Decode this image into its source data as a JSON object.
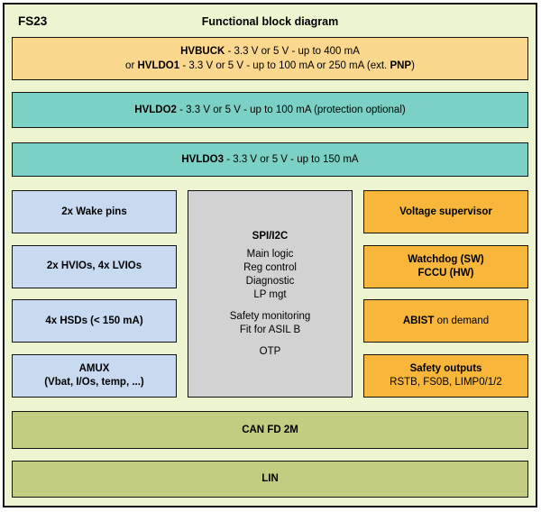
{
  "header": {
    "product": "FS23",
    "title": "Functional block diagram"
  },
  "colors": {
    "canvas_bg": "#ecf4d0",
    "regulator_buck_bg": "#fbd88e",
    "regulator_ldo_bg": "#7bd1c5",
    "io_blue_bg": "#c8daf0",
    "logic_gray_bg": "#d2d2d2",
    "safety_orange_bg": "#f8b73a",
    "comm_olive_bg": "#c4cc81",
    "border": "#141414"
  },
  "blocks": {
    "hvbuck": {
      "line1": [
        "HVBUCK",
        " - 3.3 V or 5 V - up to 400 mA"
      ],
      "line2": [
        "or ",
        "HVLDO1",
        " - 3.3 V or 5 V - up to 100 mA or 250 mA (ext. ",
        "PNP",
        ")"
      ]
    },
    "hvldo2": [
      "HVLDO2",
      " - 3.3 V or 5 V - up to 100 mA (protection optional)"
    ],
    "hvldo3": [
      "HVLDO3",
      " - 3.3 V or 5 V - up to 150 mA"
    ],
    "wake_pins": "2x Wake pins",
    "ios": "2x HVIOs, 4x LVIOs",
    "hsds": "4x HSDs (< 150 mA)",
    "amux": [
      "AMUX",
      "(Vbat, I/Os, temp, ...)"
    ],
    "core": {
      "title": "SPI/I2C",
      "group1": [
        "Main logic",
        "Reg control",
        "Diagnostic",
        "LP mgt"
      ],
      "group2": [
        "Safety monitoring",
        "Fit for ASIL B"
      ],
      "group3": [
        "OTP"
      ]
    },
    "voltage_supervisor": "Voltage supervisor",
    "watchdog": [
      "Watchdog (SW)",
      "FCCU (HW)"
    ],
    "abist": [
      "ABIST",
      " on demand"
    ],
    "safety_outputs": [
      "Safety outputs",
      "RSTB, FS0B, LIMP0/1/2"
    ],
    "can": "CAN FD 2M",
    "lin": "LIN"
  }
}
